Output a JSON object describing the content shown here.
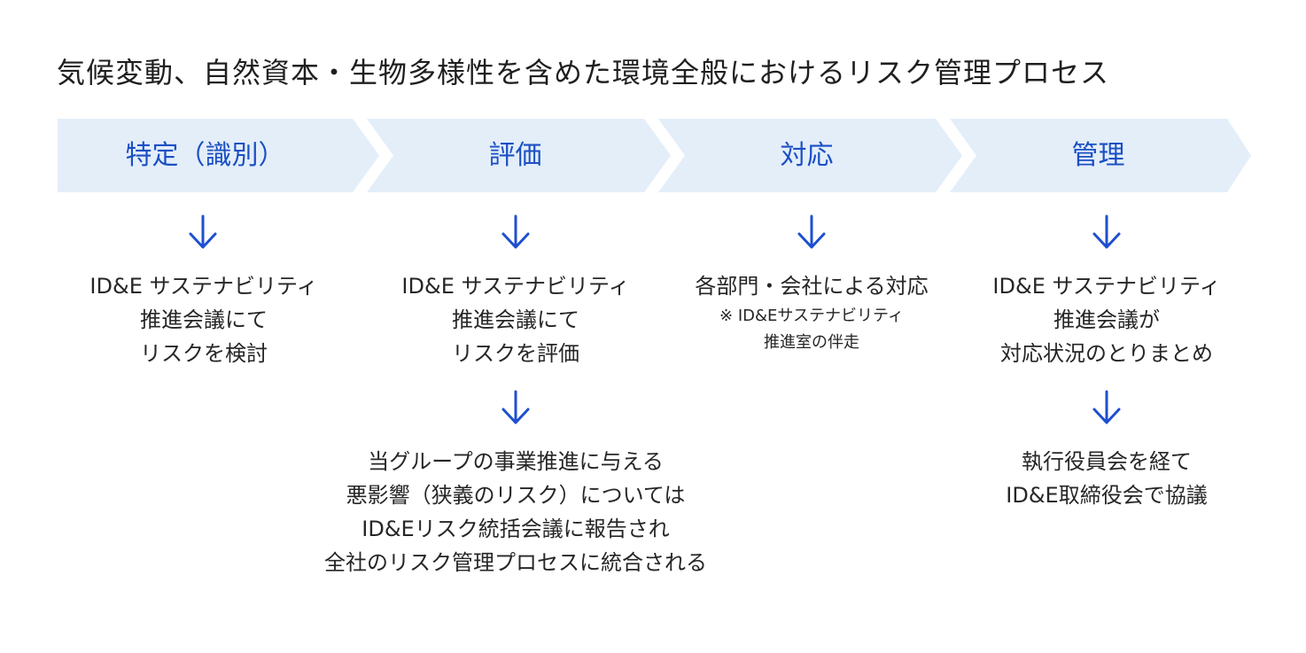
{
  "title": "気候変動、自然資本・生物多様性を含めた環境全般におけるリスク管理プロセス",
  "colors": {
    "chevron_fill": "#e3eef9",
    "label_blue": "#1b4fc4",
    "arrow_blue": "#1d4fcf"
  },
  "stages": [
    {
      "label": "特定（識別）",
      "step1": [
        "ID&E サステナビリティ",
        "推進会議にて",
        "リスクを検討"
      ]
    },
    {
      "label": "評価",
      "step1": [
        "ID&E サステナビリティ",
        "推進会議にて",
        "リスクを評価"
      ],
      "step2": [
        "当グループの事業推進に与える",
        "悪影響（狭義のリスク）については",
        "ID&Eリスク統括会議に報告され",
        "全社のリスク管理プロセスに統合される"
      ]
    },
    {
      "label": "対応",
      "step1": [
        "各部門・会社による対応"
      ],
      "note": [
        "※ ID&Eサステナビリティ",
        "推進室の伴走"
      ]
    },
    {
      "label": "管理",
      "step1": [
        "ID&E サステナビリティ",
        "推進会議が",
        "対応状況のとりまとめ"
      ],
      "step2": [
        "執行役員会を経て",
        "ID&E取締役会で協議"
      ]
    }
  ]
}
